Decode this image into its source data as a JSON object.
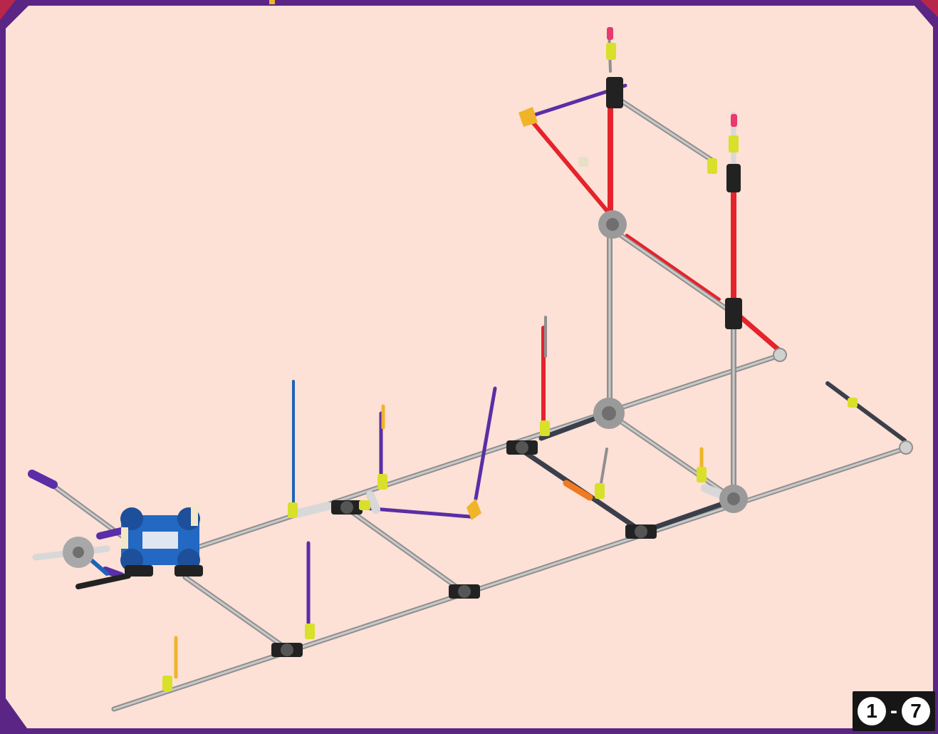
{
  "diagram": {
    "kind": "construction-toy assembly instruction view",
    "panel_background": "#fde0d6",
    "frame_color": "#5a2585",
    "outer_color": "#b8274a",
    "rod_colors": {
      "gray": "#a8a8a8",
      "red": "#e4232b",
      "purple": "#5a2ea6",
      "blue": "#1d63b8",
      "dark": "#3a3f4a",
      "orange": "#f07a20"
    },
    "connector_colors": {
      "black": "#222222",
      "silver": "#9a9a9a",
      "yellow": "#d8e02a",
      "gold": "#f0b429",
      "blue": "#2368c2",
      "pink": "#e83a6c"
    }
  },
  "step_badge": {
    "from": "1",
    "separator": "-",
    "to": "7"
  }
}
